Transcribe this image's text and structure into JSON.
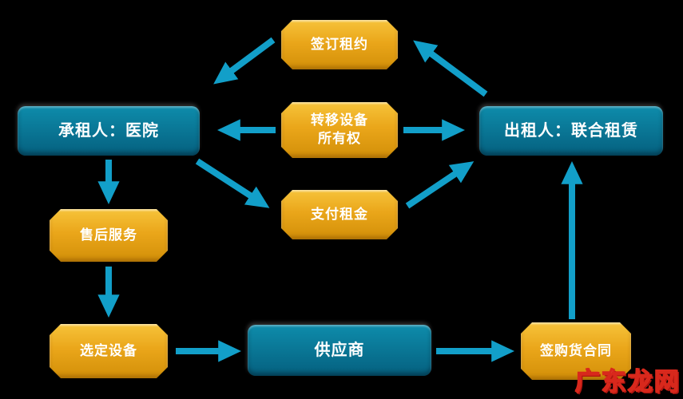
{
  "nodes": {
    "sign_lease": {
      "label": "签订租约"
    },
    "lessee": {
      "label": "承租人：医院"
    },
    "transfer_ownership": {
      "label": "转移设备\n所有权"
    },
    "lessor": {
      "label": "出租人：联合租赁"
    },
    "pay_rent": {
      "label": "支付租金"
    },
    "after_sales": {
      "label": "售后服务"
    },
    "select_equipment": {
      "label": "选定设备"
    },
    "supplier": {
      "label": "供应商"
    },
    "purchase_contract": {
      "label": "签购货合同"
    }
  },
  "watermark": "广东龙网",
  "colors": {
    "background": "#000000",
    "arrow": "#129fc9",
    "gold_top": "#f6c33a",
    "gold_bottom": "#d28f08",
    "teal_top": "#0e8cab",
    "teal_bottom": "#05607f"
  }
}
